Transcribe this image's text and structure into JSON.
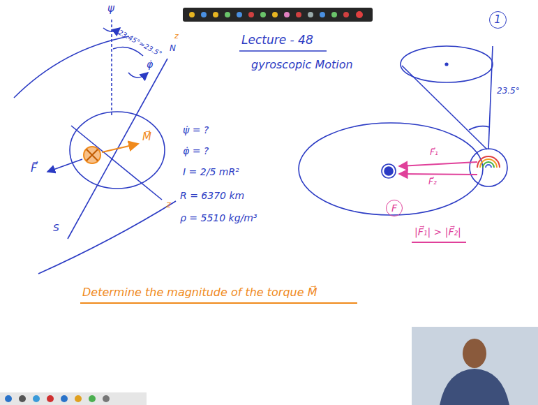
{
  "diagram": {
    "nodes": [
      {
        "text": [
          "1"
        ]
      },
      {
        "text": [
          "F"
        ]
      }
    ],
    "labels": [
      "Lecture - 48",
      "gyroscopic Motion",
      "ψ",
      "23.45°≈23.5°",
      "N",
      "z",
      "φ̇",
      "F⃗",
      "M⃗",
      "S",
      "z",
      "ψ̇ = ?",
      "φ̇ = ?",
      "I = 2/5 mR²",
      "R = 6370 km",
      "ρ = 5510 kg/m³",
      "Determine the magnitude of the torque M⃗",
      "23.5°",
      "F⃗₁",
      "F⃗₂",
      "|F⃗₁| > |F⃗₂|"
    ]
  }
}
